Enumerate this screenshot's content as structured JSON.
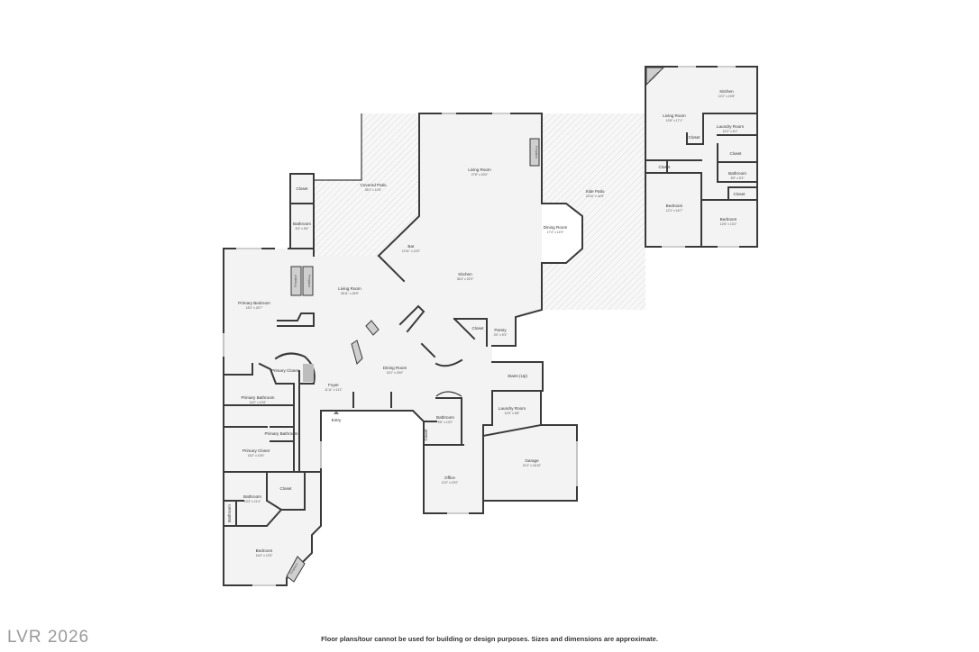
{
  "watermark": "LVR 2026",
  "disclaimer": "Floor plans/tour cannot be used for building or design purposes. Sizes and dimensions are approximate.",
  "entry_label": "Entry",
  "rooms": {
    "covered_patio": {
      "name": "Covered Patio",
      "dims": "35'2\" x 10'5\""
    },
    "closet_top": {
      "name": "Closet",
      "dims": ""
    },
    "bathroom_top": {
      "name": "Bathroom",
      "dims": "5'3\" x 9'6\""
    },
    "living_room_main": {
      "name": "Living Room",
      "dims": "27'8\" x 23'0\""
    },
    "side_patio": {
      "name": "Side Patio",
      "dims": "23'10\" x 44'5\""
    },
    "bar": {
      "name": "Bar",
      "dims": "12'11\" x 13'2\""
    },
    "dining_room_oct": {
      "name": "Dining Room",
      "dims": "17'4\" x 14'9\""
    },
    "kitchen_main": {
      "name": "Kitchen",
      "dims": "36'4\" x 22'0\""
    },
    "living_room_left": {
      "name": "Living Room",
      "dims": "26'11\" x 26'9\""
    },
    "primary_bedroom": {
      "name": "Primary Bedroom",
      "dims": "18'2\" x 26'7\""
    },
    "closet_mid": {
      "name": "Closet",
      "dims": ""
    },
    "pantry": {
      "name": "Pantry",
      "dims": "3'0\" x 5'3\""
    },
    "primary_closet_small": {
      "name": "Primary Closet",
      "dims": ""
    },
    "dining_room_center": {
      "name": "Dining Room",
      "dims": "16'1\" x 18'0\""
    },
    "foyer": {
      "name": "Foyer",
      "dims": "11'11\" x 11'1\""
    },
    "stairs": {
      "name": "Stairs (Up)",
      "dims": ""
    },
    "primary_bathroom": {
      "name": "Primary Bathroom",
      "dims": "16'2\" x 10'6\""
    },
    "bathroom_center": {
      "name": "Bathroom",
      "dims": "5'6\" x 10'2\""
    },
    "laundry_room": {
      "name": "Laundry Room",
      "dims": "12'6\" x 6'8\""
    },
    "primary_bathroom_small": {
      "name": "Primary Bathroom",
      "dims": ""
    },
    "closet_bath": {
      "name": "Closet",
      "dims": ""
    },
    "primary_closet": {
      "name": "Primary Closet",
      "dims": "16'2\" x 10'6\""
    },
    "garage": {
      "name": "Garage",
      "dims": "21'4\" x 16'10\""
    },
    "office": {
      "name": "Office",
      "dims": "12'2\" x 15'0\""
    },
    "bathroom_lower": {
      "name": "Bathroom",
      "dims": "10'3\" x 11'4\""
    },
    "closet_lower": {
      "name": "Closet",
      "dims": ""
    },
    "bathroom_vertical": {
      "name": "Bathroom",
      "dims": ""
    },
    "bedroom_lower": {
      "name": "Bedroom",
      "dims": "16'4\" x 12'5\""
    },
    "casita_kitchen": {
      "name": "Kitchen",
      "dims": "12'2\" x 15'8\""
    },
    "casita_living": {
      "name": "Living Room",
      "dims": "10'6\" x 17'1\""
    },
    "casita_laundry": {
      "name": "Laundry Room",
      "dims": "10'2\" x 6'1\""
    },
    "casita_closet_a": {
      "name": "Closet",
      "dims": ""
    },
    "casita_closet_b": {
      "name": "Closet",
      "dims": ""
    },
    "casita_closet_c": {
      "name": "Closet",
      "dims": ""
    },
    "casita_bathroom": {
      "name": "Bathroom",
      "dims": "8'9\" x 5'3\""
    },
    "casita_closet_d": {
      "name": "Closet",
      "dims": ""
    },
    "casita_bedroom_a": {
      "name": "Bedroom",
      "dims": "12'1\" x 16'7\""
    },
    "casita_bedroom_b": {
      "name": "Bedroom",
      "dims": "12'6\" x 13'2\""
    }
  },
  "fixtures": {
    "fireplace_label": "Fireplace"
  },
  "colors": {
    "wall": "#3a3a3a",
    "floor": "#f3f3f3",
    "patio_hatch": "#d9d9d9",
    "watermark": "#9a9a9a"
  }
}
